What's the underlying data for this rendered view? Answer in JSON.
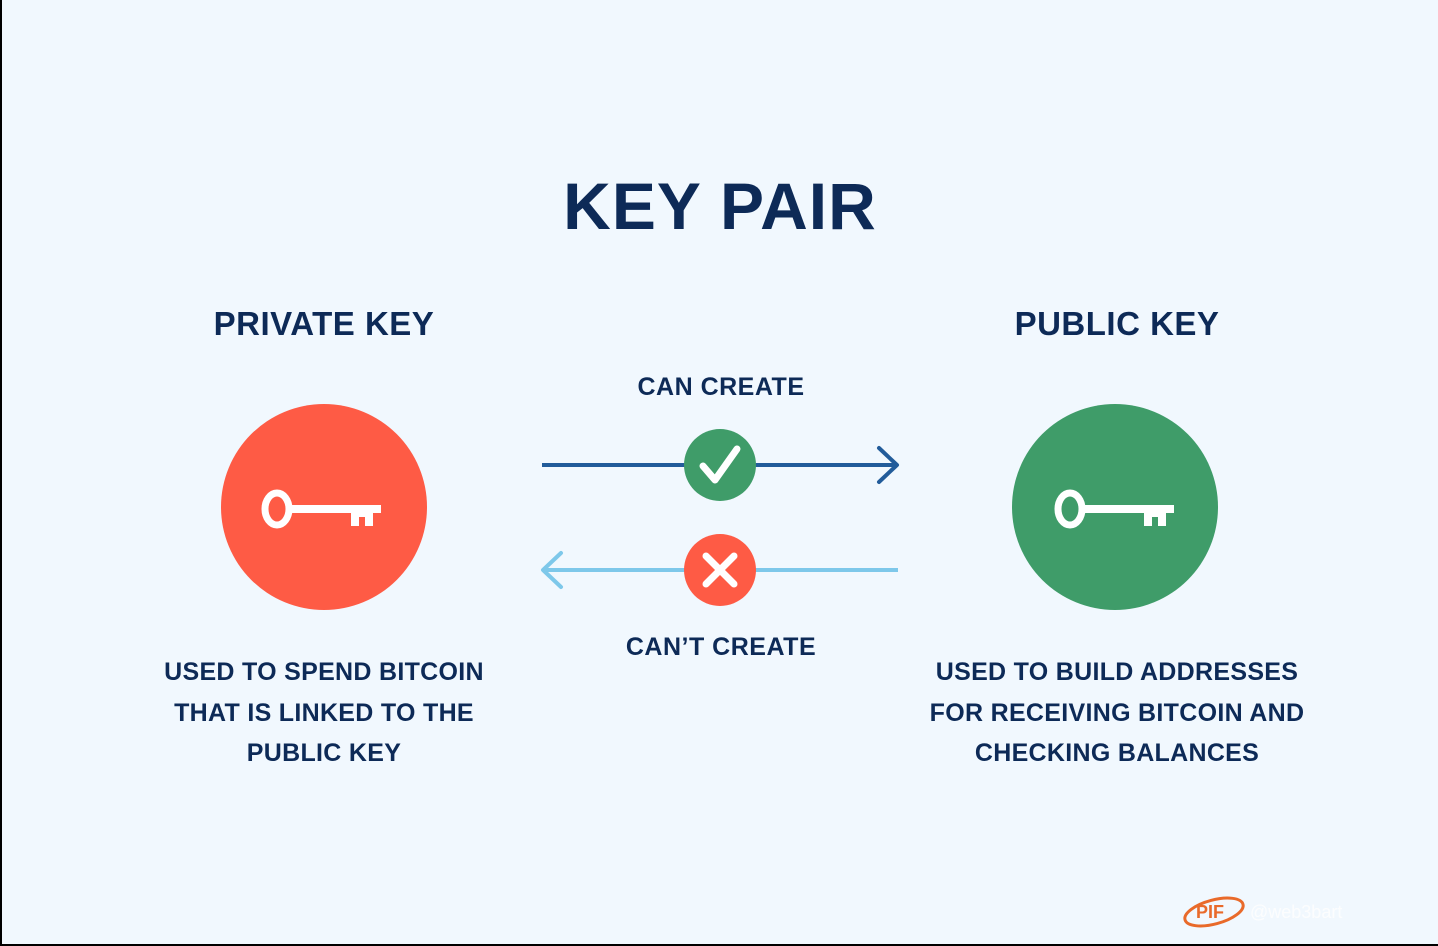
{
  "title": "KEY PAIR",
  "private_key": {
    "label": "PRIVATE KEY",
    "description_lines": [
      "USED TO SPEND BITCOIN",
      "THAT IS LINKED TO THE",
      "PUBLIC KEY"
    ],
    "color": "#fe5b45",
    "icon": "key-icon"
  },
  "public_key": {
    "label": "PUBLIC KEY",
    "description_lines": [
      "USED TO BUILD ADDRESSES",
      "FOR RECEIVING BITCOIN AND",
      "CHECKING BALANCES"
    ],
    "color": "#3f9c69",
    "icon": "key-icon"
  },
  "arrows": {
    "can_create": {
      "label": "CAN CREATE",
      "line_color": "#225c9a",
      "badge_color": "#3f9c69",
      "icon": "checkmark-icon"
    },
    "cant_create": {
      "label": "CAN’T CREATE",
      "line_color": "#7ec8ea",
      "badge_color": "#fe5b45",
      "icon": "cross-icon"
    }
  },
  "watermark": {
    "logo_text": "PIF",
    "handle": "@web3bart"
  },
  "colors": {
    "background": "#f1f8fe",
    "text": "#0d2a57"
  }
}
